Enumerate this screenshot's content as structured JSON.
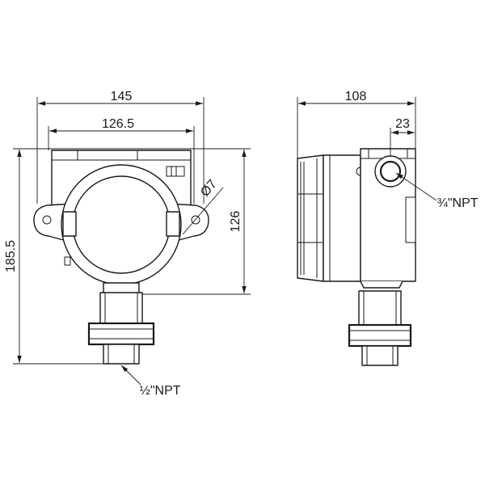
{
  "dimensions": {
    "front_width": "145",
    "front_inner_width": "126.5",
    "front_height_total": "185.5",
    "front_height_body": "126",
    "hole_diameter": "Ø7",
    "side_depth": "108",
    "side_port_offset": "23"
  },
  "ports": {
    "bottom_port": "½\"NPT",
    "side_port": "¾\"NPT"
  }
}
